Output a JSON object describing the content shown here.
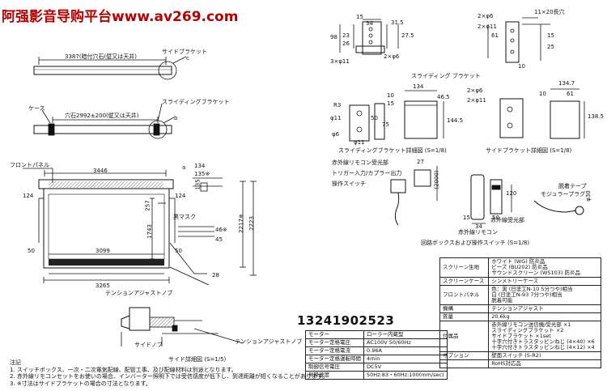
{
  "watermark": "阿强影音导购平台www.av269.com",
  "phone": "13241902523",
  "top_left": {
    "dim_3387": "3387(暗付穴石(壁又は天井)",
    "label_side_bracket": "サイドブラケット",
    "mark_c": "c",
    "label_case": "ケース",
    "label_sliding_bracket": "スライディングブラケット",
    "dim_2992": "穴石2992±200(壁又は天井)",
    "mark_b": "b"
  },
  "bracket_top": {
    "d15a": "15",
    "d34": "34",
    "d98": "98",
    "d23": "23",
    "d26": "26",
    "d315": "31.5",
    "d275": "27.5",
    "d2x6": "2×φ6",
    "d3x11": "3×φ11",
    "d2x6b": "2×φ6",
    "d2x11": "2×φ11",
    "d11x20": "11×20長穴",
    "d61": "61",
    "d15b": "15",
    "d25": "25",
    "d10": "10"
  },
  "bracket_mid": {
    "label_sliding": "スライディング ブラケット",
    "d134": "134",
    "d465": "46.5",
    "d10": "10",
    "d15": "15",
    "d1445": "144.5",
    "r3": "R3",
    "d11a": "φ11",
    "d6": "φ6",
    "d11b": "φ11",
    "d50": "50",
    "d75": "75",
    "caption": "スライディングブラケット詳細図 (S=1/8)",
    "d2x6": "2×φ6",
    "d2x11": "2×φ11",
    "d1347": "134.7",
    "d10b": "10",
    "d61": "61",
    "d1385": "138.5",
    "caption2": "サイドブラケット詳細図 (S=1/8)"
  },
  "front": {
    "label_front_panel": "フロントパネル",
    "mark_a": "a",
    "d3446": "3446",
    "d134": "134",
    "d135": "135※",
    "d124a": "124",
    "d124b": "124",
    "d257": "257",
    "label_black_mask": "黒マスク",
    "d1743": "1743",
    "d3099": "3099",
    "d50a": "50",
    "d50b": "50",
    "d3265": "3265",
    "d46": "46※",
    "d45": "45",
    "d2217": "2217※",
    "d2223": "2223",
    "d28": "28",
    "label_tension": "テンションアジャストノブ",
    "d135b": "135"
  },
  "remote": {
    "label_ir": "赤外線リモコン受光部",
    "label_trigger": "トリガー入力/カプラー出力",
    "label_switch": "操作スイッチ",
    "d27": "27",
    "d2000": "(2000)",
    "d120": "120",
    "d15": "15",
    "d34": "34",
    "d50": "50",
    "d30": "φ30",
    "label_mojular": "モジュラープラグ",
    "label_receiver_tape": "脱着テープ",
    "label_ir_remote": "赤外線リモコン",
    "label_ir_receiver": "赤外線受光部",
    "caption": "回路ボックスおよび操作スイッチ (S=1/8)"
  },
  "section": {
    "label_knob": "テンションアジャストノブ",
    "label_sidestop": "サイドノブ",
    "caption": "サイド詳細図 (S=1/5)"
  },
  "spec_left": {
    "rows": [
      [
        "モーター",
        "ローラー内蔵型"
      ],
      [
        "モーター定格電圧",
        "AC100V 50/60Hz"
      ],
      [
        "モーター定格電流",
        "0.96A"
      ],
      [
        "モーター定格運転時間",
        "4min"
      ],
      [
        "制御信号電圧",
        "DC5V"
      ],
      [
        "昇降速度",
        "50Hz:83・60Hz:100(mm/sec)"
      ]
    ]
  },
  "spec_right": {
    "screen_label": "スクリーン生地",
    "screen_values": [
      "ホワイト (WG) 防炎品",
      "ビーズ (BU202) 防炎品",
      "サウンドスクリーン (WS103) 防炎品"
    ],
    "case_label": "スクリーンケース",
    "case_value": "シンメトリーケース",
    "panel_label": "フロントパネル",
    "panel_values": [
      "色：黒 (日塗工N-10 5分つや)相当",
      "白 (日塗工N-93 7分つや)相当"
    ],
    "panel_extra": "脱着可能",
    "mech_label": "機構",
    "mech_value": "テンションアジャスト",
    "weight_label": "質量",
    "weight_value": "20.6kg",
    "acc_label": "付属品",
    "acc_values": [
      "赤外線リモコン送信機/受光部 ×1",
      "スライディングブラケット ×2",
      "サイドブラケット ×1set",
      "十字穴付きトラスタッピンねじ (4×40) ×6",
      "十字穴付きトラスタッピンねじ (4×12) ×4"
    ],
    "option_label": "オプション",
    "option_value": "壁面スイッチ (S-R2)",
    "rohs_value": "RoHS対応品"
  },
  "notes": {
    "title": "注記",
    "lines": [
      "1. スイッチボックス、一次・二次電気配線、配管工事、及び配線材料は別途となります。",
      "2. 赤外線リモコンセットをお使いの場合、インバーター照明下では受信感度が低下し、到達距離が短くなることがあります。",
      "3. ※寸法はサイドブラケットの場合の寸法となります。"
    ]
  }
}
